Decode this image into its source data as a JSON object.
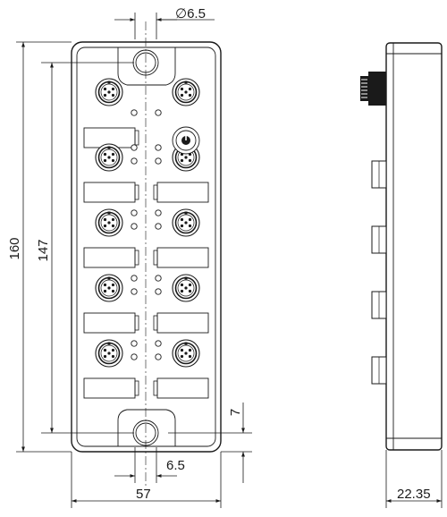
{
  "dimensions": {
    "hole_diameter": "∅6.5",
    "overall_height": "160",
    "mounting_height": "147",
    "hole_spacing": "6.5",
    "overall_width": "57",
    "edge_offset": "7",
    "depth": "22.35"
  },
  "front_view": {
    "connector_rows": 5,
    "connectors_per_row": 2,
    "rotary_switch_count": 1
  },
  "side_view": {
    "side_ports": 4,
    "top_connector_count": 1
  }
}
